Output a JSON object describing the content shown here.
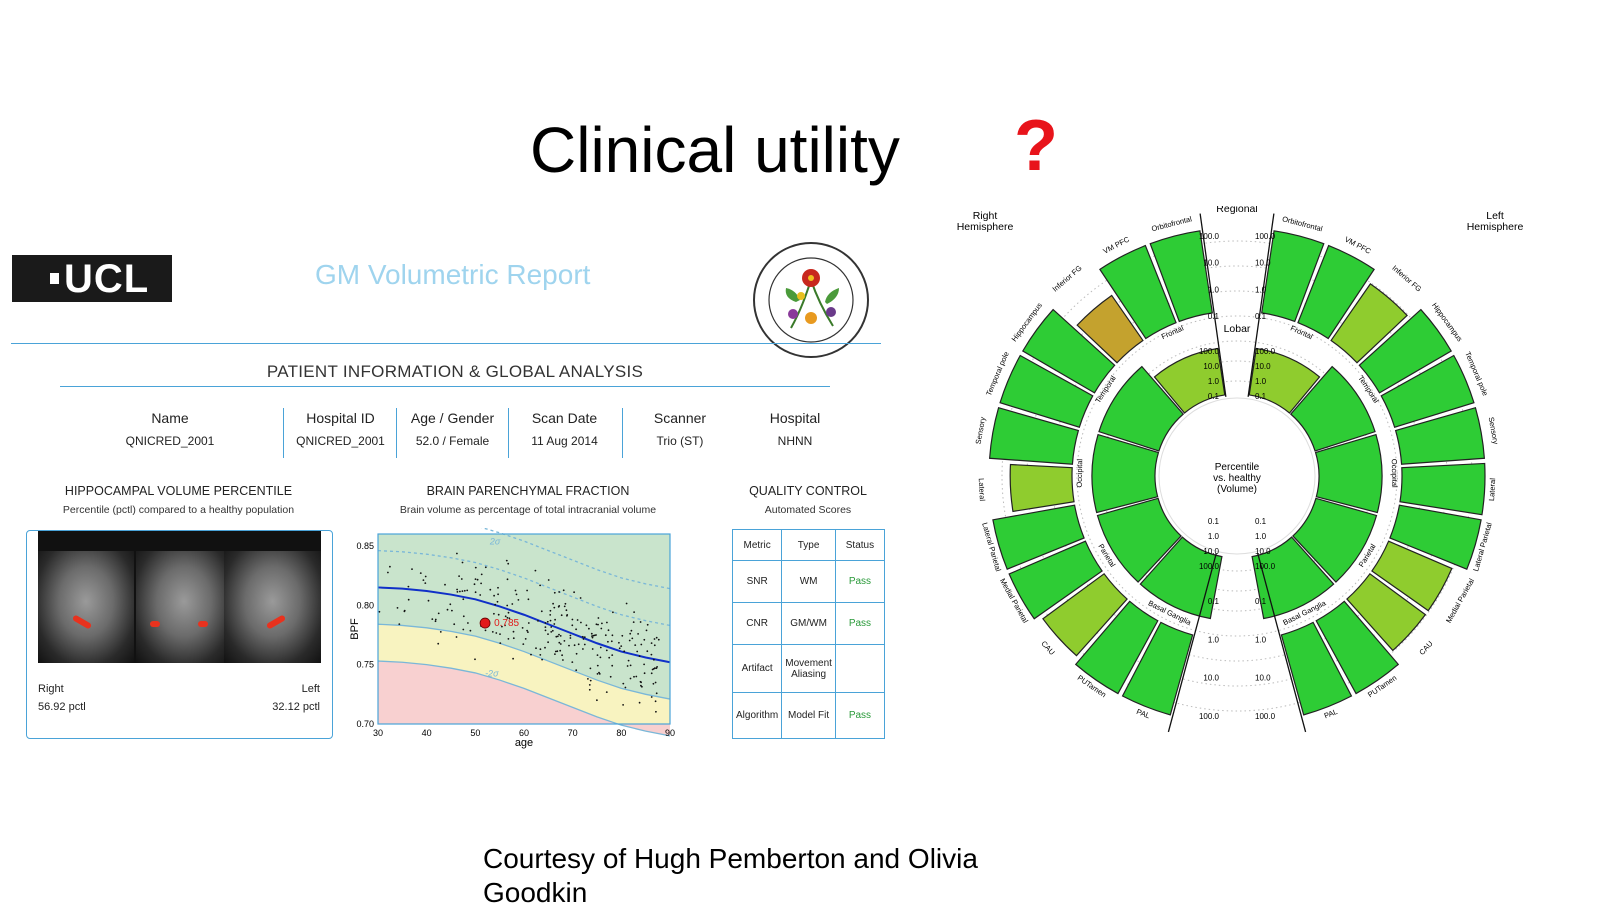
{
  "slide": {
    "title": "Clinical utility",
    "question_mark": "?",
    "courtesy": "Courtesy of Hugh Pemberton and Olivia Goodkin"
  },
  "report": {
    "logo_text": "UCL",
    "title": "GM Volumetric Report",
    "patient_heading": "PATIENT INFORMATION & GLOBAL ANALYSIS",
    "patient_info": [
      {
        "label": "Name",
        "value": "QNICRED_2001"
      },
      {
        "label": "Hospital ID",
        "value": "QNICRED_2001"
      },
      {
        "label": "Age / Gender",
        "value": "52.0 / Female"
      },
      {
        "label": "Scan Date",
        "value": "11 Aug 2014"
      },
      {
        "label": "Scanner",
        "value": "Trio (ST)"
      },
      {
        "label": "Hospital",
        "value": "NHNN"
      }
    ],
    "hippocampal": {
      "heading": "HIPPOCAMPAL VOLUME PERCENTILE",
      "subheading": "Percentile (pctl) compared to a healthy population",
      "right_label": "Right",
      "right_value": "56.92 pctl",
      "left_label": "Left",
      "left_value": "32.12 pctl"
    },
    "bpf": {
      "heading": "BRAIN PARENCHYMAL FRACTION",
      "subheading": "Brain volume as percentage of total intracranial volume",
      "point_label": "0.785",
      "band_upper": "2σ",
      "band_lower": "-2σ"
    },
    "qc": {
      "heading": "QUALITY CONTROL",
      "subheading": "Automated Scores",
      "columns": [
        "Metric",
        "Type",
        "Status"
      ],
      "rows": [
        [
          "SNR",
          "WM",
          "Pass"
        ],
        [
          "CNR",
          "GM/WM",
          "Pass"
        ],
        [
          "Artifact",
          "Movement Aliasing",
          ""
        ],
        [
          "Algorithm",
          "Model Fit",
          "Pass"
        ]
      ]
    }
  },
  "chart_data": {
    "type": "scatter",
    "xlabel": "age",
    "ylabel": "BPF",
    "xlim": [
      30,
      90
    ],
    "ylim": [
      0.7,
      0.86
    ],
    "x_ticks": [
      30,
      40,
      50,
      60,
      70,
      80,
      90
    ],
    "y_ticks": [
      0.7,
      0.75,
      0.8,
      0.85
    ],
    "patient_point": {
      "x": 52,
      "y": 0.785,
      "label": "0.785"
    },
    "mean_curve": {
      "x": [
        30,
        35,
        40,
        45,
        50,
        55,
        60,
        65,
        70,
        75,
        80,
        85,
        90
      ],
      "y": [
        0.815,
        0.814,
        0.812,
        0.809,
        0.805,
        0.799,
        0.792,
        0.784,
        0.776,
        0.768,
        0.761,
        0.756,
        0.752
      ]
    },
    "sd_offset": 0.031
  },
  "wheel": {
    "regional_label": "Regional",
    "lobar_label": "Lobar",
    "right_hemisphere": "Right Hemisphere",
    "left_hemisphere": "Left Hemisphere",
    "center_text": [
      "Percentile",
      "vs. healthy",
      "(Volume)"
    ],
    "scale_top": [
      "100.0",
      "10.0",
      "1.0",
      "0.1"
    ],
    "scale_bottom": [
      "0.1",
      "1.0",
      "10.0",
      "100.0"
    ],
    "lobes": [
      "Frontal",
      "Temporal",
      "Occipital",
      "Parietal",
      "Basal Ganglia"
    ],
    "colors": {
      "green": "#2ecc35",
      "light_green": "#8fcc2e",
      "olive": "#c4a22e"
    },
    "regional_right": [
      {
        "name": "Orbitofrontal",
        "level": 100,
        "color": "green"
      },
      {
        "name": "VM PFC",
        "level": 100,
        "color": "green"
      },
      {
        "name": "Inferior FG",
        "level": 60,
        "color": "olive"
      },
      {
        "name": "Hippocampus",
        "level": 100,
        "color": "green"
      },
      {
        "name": "Temporal pole",
        "level": 100,
        "color": "green"
      },
      {
        "name": "Sensory",
        "level": 100,
        "color": "green"
      },
      {
        "name": "Lateral",
        "level": 70,
        "color": "light_green"
      },
      {
        "name": "Lateral Parietal",
        "level": 100,
        "color": "green"
      },
      {
        "name": "Medial Parietal",
        "level": 100,
        "color": "green"
      },
      {
        "name": "CAU",
        "level": 90,
        "color": "light_green"
      },
      {
        "name": "PUTamen",
        "level": 100,
        "color": "green"
      },
      {
        "name": "PAL",
        "level": 100,
        "color": "green"
      }
    ],
    "regional_left": [
      {
        "name": "Orbitofrontal",
        "level": 100,
        "color": "green"
      },
      {
        "name": "VM PFC",
        "level": 100,
        "color": "green"
      },
      {
        "name": "Inferior FG",
        "level": 80,
        "color": "light_green"
      },
      {
        "name": "Hippocampus",
        "level": 100,
        "color": "green"
      },
      {
        "name": "Temporal pole",
        "level": 100,
        "color": "green"
      },
      {
        "name": "Sensory",
        "level": 100,
        "color": "green"
      },
      {
        "name": "Lateral",
        "level": 100,
        "color": "green"
      },
      {
        "name": "Lateral Parietal",
        "level": 100,
        "color": "green"
      },
      {
        "name": "Medial Parietal",
        "level": 80,
        "color": "light_green"
      },
      {
        "name": "CAU",
        "level": 80,
        "color": "light_green"
      },
      {
        "name": "PUTamen",
        "level": 100,
        "color": "green"
      },
      {
        "name": "PAL",
        "level": 100,
        "color": "green"
      }
    ],
    "lobar_right": [
      {
        "name": "Frontal",
        "level": 70,
        "color": "light_green"
      },
      {
        "name": "Temporal",
        "level": 100,
        "color": "green"
      },
      {
        "name": "Occipital",
        "level": 100,
        "color": "green"
      },
      {
        "name": "Parietal",
        "level": 100,
        "color": "green"
      },
      {
        "name": "Basal Ganglia",
        "level": 100,
        "color": "green"
      }
    ],
    "lobar_left": [
      {
        "name": "Frontal",
        "level": 70,
        "color": "light_green"
      },
      {
        "name": "Temporal",
        "level": 100,
        "color": "green"
      },
      {
        "name": "Occipital",
        "level": 100,
        "color": "green"
      },
      {
        "name": "Parietal",
        "level": 100,
        "color": "green"
      },
      {
        "name": "Basal Ganglia",
        "level": 100,
        "color": "green"
      }
    ]
  }
}
